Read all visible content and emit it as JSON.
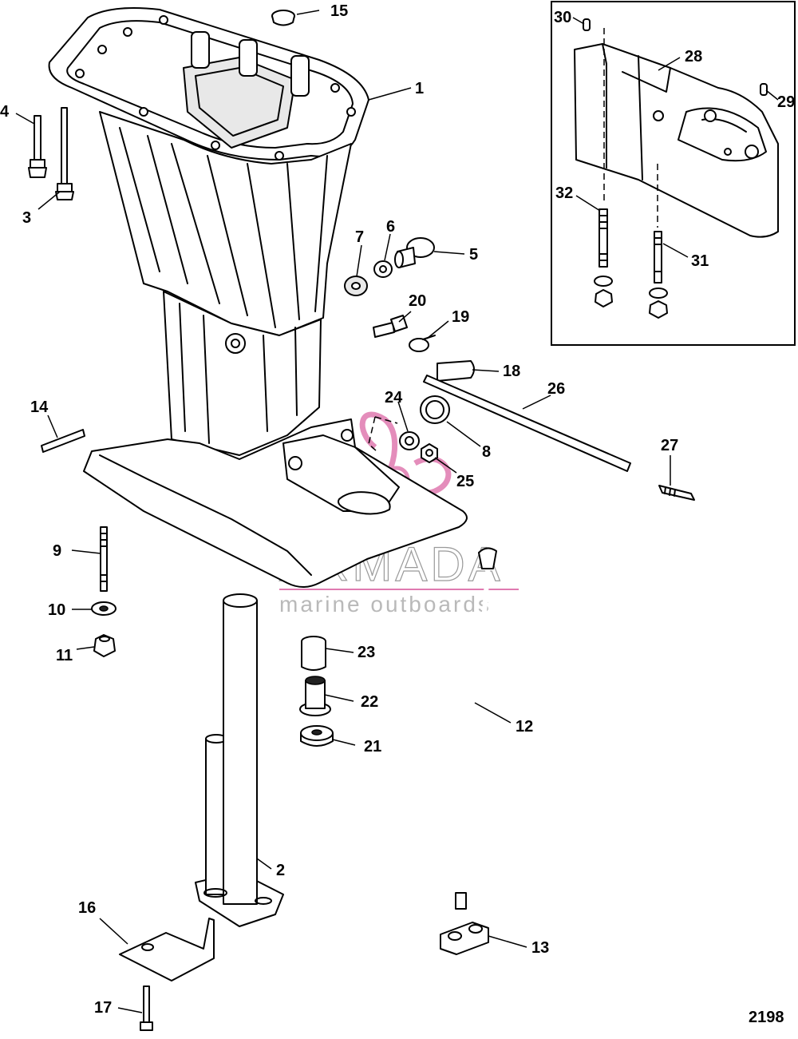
{
  "diagram": {
    "figure_number": "2198",
    "watermark": {
      "brand": "ARMADA",
      "tagline": "marine outboards",
      "accent_color": "#e07ab0"
    },
    "callouts": [
      {
        "id": "c1",
        "label": "1"
      },
      {
        "id": "c2",
        "label": "2"
      },
      {
        "id": "c3",
        "label": "3"
      },
      {
        "id": "c4",
        "label": "4"
      },
      {
        "id": "c5",
        "label": "5"
      },
      {
        "id": "c6",
        "label": "6"
      },
      {
        "id": "c7",
        "label": "7"
      },
      {
        "id": "c8",
        "label": "8"
      },
      {
        "id": "c9",
        "label": "9"
      },
      {
        "id": "c10",
        "label": "10"
      },
      {
        "id": "c11",
        "label": "11"
      },
      {
        "id": "c12",
        "label": "12"
      },
      {
        "id": "c13",
        "label": "13"
      },
      {
        "id": "c14",
        "label": "14"
      },
      {
        "id": "c15",
        "label": "15"
      },
      {
        "id": "c16",
        "label": "16"
      },
      {
        "id": "c17",
        "label": "17"
      },
      {
        "id": "c18",
        "label": "18"
      },
      {
        "id": "c19",
        "label": "19"
      },
      {
        "id": "c20",
        "label": "20"
      },
      {
        "id": "c21",
        "label": "21"
      },
      {
        "id": "c22",
        "label": "22"
      },
      {
        "id": "c23",
        "label": "23"
      },
      {
        "id": "c24",
        "label": "24"
      },
      {
        "id": "c25",
        "label": "25"
      },
      {
        "id": "c26",
        "label": "26"
      },
      {
        "id": "c27",
        "label": "27"
      },
      {
        "id": "c28",
        "label": "28"
      },
      {
        "id": "c29",
        "label": "29"
      },
      {
        "id": "c30",
        "label": "30"
      },
      {
        "id": "c31",
        "label": "31"
      },
      {
        "id": "c32",
        "label": "32"
      }
    ]
  }
}
